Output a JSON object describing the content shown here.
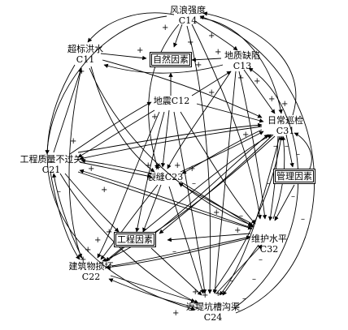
{
  "nodes": {
    "c14": {
      "name": "风浪强度",
      "code": "C14"
    },
    "c11": {
      "name": "超标洪水",
      "code": "C11"
    },
    "c13": {
      "name": "地质缺陷",
      "code": "C13"
    },
    "c12": {
      "label": "地震C12"
    },
    "c31": {
      "name": "日常巡检",
      "code": "C31"
    },
    "c21": {
      "name": "工程质量不过关",
      "code": "C21"
    },
    "c23": {
      "label": "裂缝C23"
    },
    "c32": {
      "name": "维护水平",
      "code": "C32"
    },
    "c22": {
      "name": "建筑物损坏",
      "code": "C22"
    },
    "c24": {
      "name": "返堤坑槽沟渠",
      "code": "C24"
    }
  },
  "factor_boxes": {
    "natural": "自然因素",
    "management": "管理因素",
    "engineering": "工程因素"
  },
  "signs": {
    "plus": "+",
    "minus": "–",
    "hash": "#"
  },
  "colors": {
    "line": "#000000",
    "background": "#ffffff"
  }
}
